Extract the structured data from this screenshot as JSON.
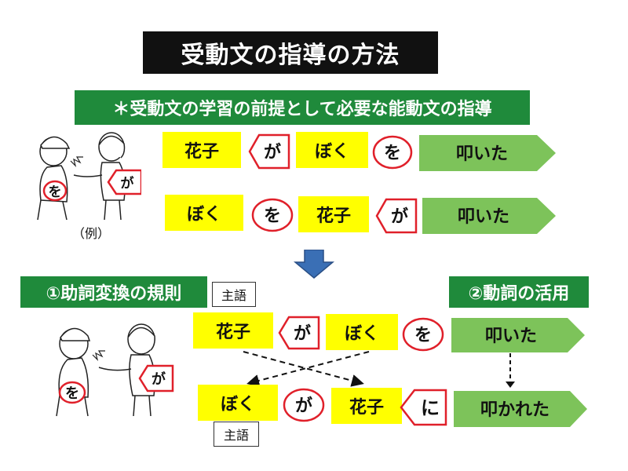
{
  "title": "受動文の指導の方法",
  "subtitle": "＊受動文の学習の前提として必要な能動文の指導",
  "example_label": "（例）",
  "top": {
    "row1": {
      "subject": "花子",
      "ga": "が",
      "object": "ぼく",
      "wo": "を",
      "verb": "叩いた"
    },
    "row2": {
      "subject": "ぼく",
      "wo": "を",
      "object": "花子",
      "ga": "が",
      "verb": "叩いた"
    }
  },
  "bottom": {
    "rule1": "①助詞変換の規則",
    "rule2": "②動詞の活用",
    "subject_label_top": "主語",
    "subject_label_bottom": "主語",
    "row1": {
      "subject": "花子",
      "ga": "が",
      "object": "ぼく",
      "wo": "を",
      "verb": "叩いた"
    },
    "row2": {
      "subject": "ぼく",
      "ga": "が",
      "object": "花子",
      "ni": "に",
      "verb": "叩かれた"
    }
  },
  "illustration": {
    "top_wo": "を",
    "top_ga": "が",
    "bottom_wo": "を",
    "bottom_ga": "が"
  },
  "colors": {
    "green": "#1f8a3b",
    "light_green": "#7dc35a",
    "yellow": "#ffff00",
    "red": "#e0202a",
    "blue_arrow": "#3a6fb5"
  }
}
